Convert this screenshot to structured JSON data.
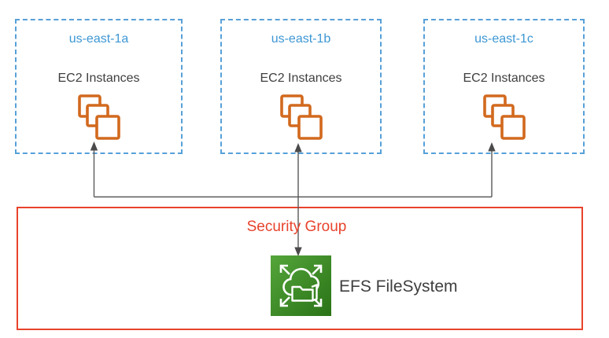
{
  "diagram": {
    "zones": [
      {
        "name": "us-east-1a",
        "instances_label": "EC2 Instances"
      },
      {
        "name": "us-east-1b",
        "instances_label": "EC2 Instances"
      },
      {
        "name": "us-east-1c",
        "instances_label": "EC2 Instances"
      }
    ],
    "security_group": {
      "label": "Security Group"
    },
    "efs": {
      "label": "EFS FileSystem"
    },
    "icons": [
      "ec2-instances-icon",
      "efs-filesystem-icon",
      "up-arrow-connector",
      "double-arrow-connector"
    ],
    "colors": {
      "az_border_blue": "#57A0D8",
      "az_label_blue": "#3D97D4",
      "ec2_orange": "#D2691E",
      "security_group_red": "#E8432C",
      "efs_green_light": "#54A53A",
      "efs_green_dark": "#2A7317",
      "connector_gray": "#595959",
      "text_dark": "#3F3F3F"
    }
  }
}
